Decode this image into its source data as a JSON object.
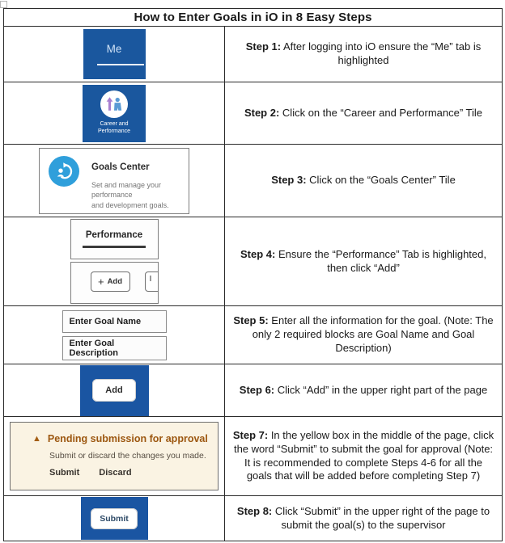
{
  "title": "How to Enter Goals in iO in 8 Easy Steps",
  "colors": {
    "tile_blue": "#1a579e",
    "button_tile_blue": "#1a55a2",
    "goals_icon_blue": "#2f9fdb",
    "career_arrow_purple": "#a97fd1",
    "career_person_blue": "#5b9bd5",
    "warning_bg": "#faf3e3",
    "warning_heading": "#9c5710",
    "border_dark": "#2b2b2b"
  },
  "screens": {
    "me_tile": {
      "label": "Me"
    },
    "career_tile": {
      "label": "Career and Performance"
    },
    "goals_card": {
      "title": "Goals Center",
      "description_line1": "Set and manage your performance",
      "description_line2": "and development goals."
    },
    "performance_tab": {
      "label": "Performance"
    },
    "add_toolbar": {
      "plus": "+",
      "label": "Add"
    },
    "goal_name_box": {
      "label": "Enter Goal Name"
    },
    "goal_desc_box": {
      "label": "Enter Goal Description"
    },
    "add_tile": {
      "label": "Add"
    },
    "pending_box": {
      "warning_icon": "▲",
      "heading": "Pending submission for approval",
      "body": "Submit or discard the changes you made.",
      "submit_label": "Submit",
      "discard_label": "Discard"
    },
    "submit_tile": {
      "label": "Submit"
    }
  },
  "steps": [
    {
      "label": "Step 1:",
      "text": "After logging into iO ensure the “Me” tab is highlighted"
    },
    {
      "label": "Step 2:",
      "text": "Click on the “Career and Performance” Tile"
    },
    {
      "label": "Step 3:",
      "text": "Click on the “Goals Center” Tile"
    },
    {
      "label": "Step 4:",
      "text": "Ensure the “Performance” Tab is highlighted, then click “Add”"
    },
    {
      "label": "Step 5:",
      "text": "Enter all the information for the goal. (Note: The only 2 required blocks are Goal Name and Goal Description)"
    },
    {
      "label": "Step 6:",
      "text": "Click “Add” in the upper right part of the page"
    },
    {
      "label": "Step 7:",
      "text": "In the yellow box in the middle of the page, click the word “Submit” to submit the goal for approval (Note: It is recommended to complete Steps 4-6 for all the goals that will be added before completing Step 7)"
    },
    {
      "label": "Step 8:",
      "text": "Click “Submit” in the upper right of the page to submit the goal(s) to the supervisor"
    }
  ]
}
